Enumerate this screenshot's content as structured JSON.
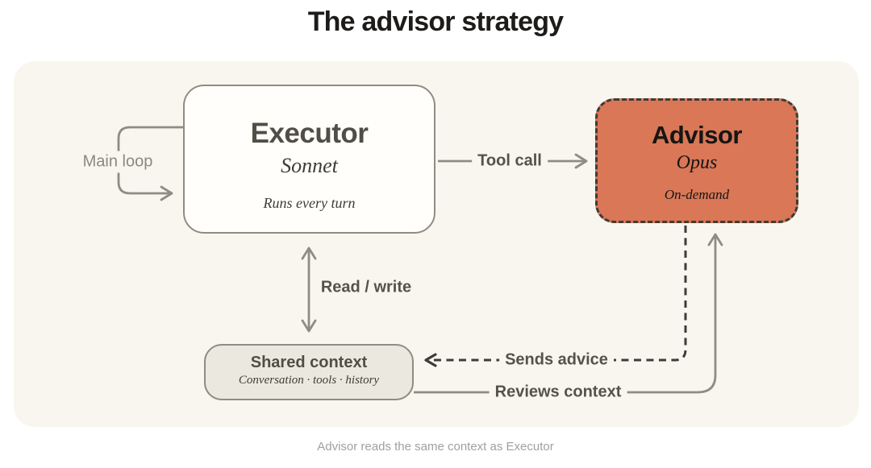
{
  "title": "The advisor strategy",
  "caption": "Advisor reads the same context as Executor",
  "colors": {
    "accent_orange": "#d97757",
    "panel_bg": "#f8f6ef",
    "line_gray": "#8f8c81",
    "line_dark": "#3d3c37",
    "label_dark": "#55524a",
    "label_gray": "#8b8880",
    "caption_gray": "#a3a09b"
  },
  "nodes": {
    "executor": {
      "title": "Executor",
      "model": "Sonnet",
      "note": "Runs every turn"
    },
    "advisor": {
      "title": "Advisor",
      "model": "Opus",
      "note": "On-demand"
    },
    "shared_context": {
      "title": "Shared context",
      "note": "Conversation · tools · history"
    }
  },
  "edges": {
    "main_loop": "Main loop",
    "tool_call": "Tool call",
    "read_write": "Read / write",
    "sends_advice": "Sends advice",
    "reviews_context": "Reviews context"
  }
}
